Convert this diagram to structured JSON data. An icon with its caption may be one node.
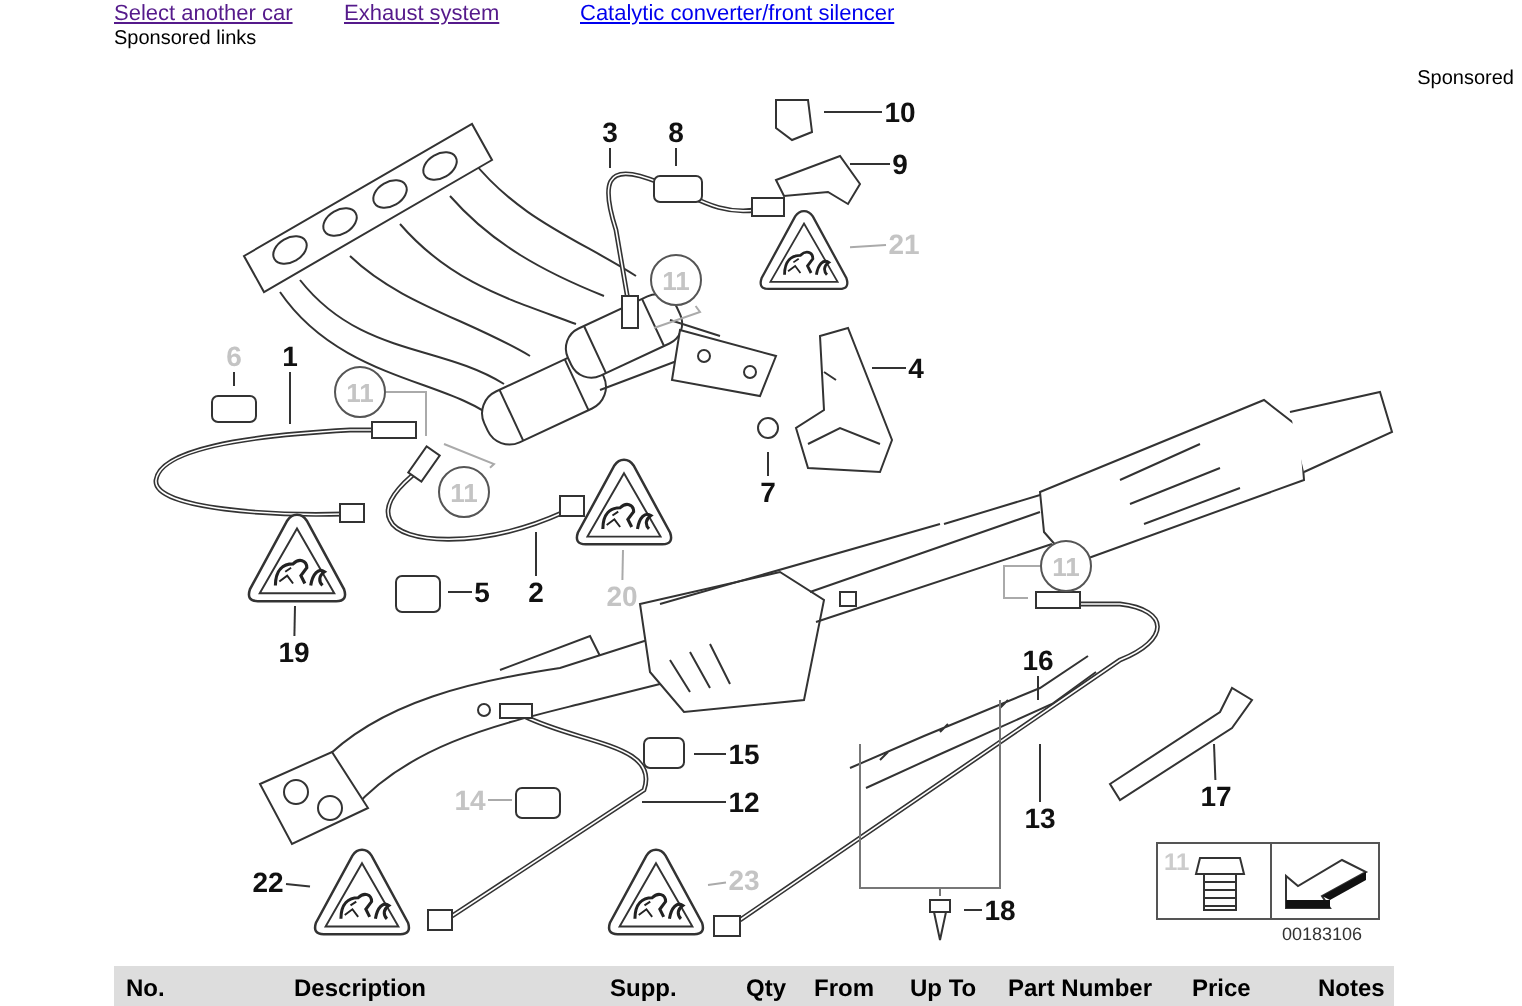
{
  "diagram": {
    "nodes": [
      {
        "text": [
          "3"
        ]
      },
      {
        "text": [
          "8"
        ]
      },
      {
        "text": [
          "10"
        ]
      },
      {
        "text": [
          "9"
        ]
      },
      {
        "text": [],
        "shape": "triangle"
      },
      {
        "text": [
          "21"
        ]
      },
      {
        "text": [
          "11"
        ]
      },
      {
        "text": [
          "4"
        ]
      },
      {
        "text": [
          "6"
        ]
      },
      {
        "text": [
          "1"
        ]
      },
      {
        "text": [
          "11"
        ]
      },
      {
        "text": [
          "11"
        ]
      },
      {
        "text": [
          "7"
        ]
      },
      {
        "text": [],
        "shape": "triangle"
      },
      {
        "text": [
          "20"
        ]
      },
      {
        "text": [
          "5"
        ]
      },
      {
        "text": [
          "2"
        ]
      },
      {
        "text": [],
        "shape": "triangle"
      },
      {
        "text": [
          "19"
        ]
      },
      {
        "text": [
          "11"
        ]
      },
      {
        "text": [
          "16"
        ]
      },
      {
        "text": [
          "15"
        ]
      },
      {
        "text": [
          "14"
        ]
      },
      {
        "text": [
          "12"
        ]
      },
      {
        "text": [
          "13"
        ]
      },
      {
        "text": [
          "17"
        ]
      },
      {
        "text": [
          "22"
        ]
      },
      {
        "text": [],
        "shape": "triangle"
      },
      {
        "text": [],
        "shape": "triangle"
      },
      {
        "text": [
          "23"
        ]
      },
      {
        "text": [
          "18"
        ]
      }
    ],
    "edges": [
      {
        "from": 0,
        "to": null,
        "arrow": "none"
      },
      {
        "from": 1,
        "to": null,
        "arrow": "none"
      },
      {
        "from": 2,
        "to": null,
        "arrow": "none"
      },
      {
        "from": 3,
        "to": null,
        "arrow": "none"
      },
      {
        "from": 5,
        "to": 4,
        "arrow": "none",
        "color": "#aaaaaa"
      },
      {
        "from": 6,
        "to": null,
        "arrow": "none",
        "color": "#aaaaaa"
      },
      {
        "from": 7,
        "to": null,
        "arrow": "none"
      },
      {
        "from": 8,
        "to": null,
        "arrow": "none"
      },
      {
        "from": 9,
        "to": null,
        "arrow": "none"
      },
      {
        "from": 10,
        "to": null,
        "arrow": "none",
        "color": "#aaaaaa"
      },
      {
        "from": 11,
        "to": null,
        "arrow": "none",
        "color": "#aaaaaa"
      },
      {
        "from": 12,
        "to": null,
        "arrow": "none"
      },
      {
        "from": 14,
        "to": 13,
        "arrow": "none",
        "color": "#aaaaaa"
      },
      {
        "from": 15,
        "to": null,
        "arrow": "none"
      },
      {
        "from": 16,
        "to": null,
        "arrow": "none"
      },
      {
        "from": 18,
        "to": 17,
        "arrow": "none"
      },
      {
        "from": 19,
        "to": null,
        "arrow": "none",
        "color": "#aaaaaa"
      },
      {
        "from": 20,
        "to": null,
        "arrow": "none"
      },
      {
        "from": 21,
        "to": null,
        "arrow": "none"
      },
      {
        "from": 22,
        "to": null,
        "arrow": "none",
        "color": "#aaaaaa"
      },
      {
        "from": 23,
        "to": null,
        "arrow": "none"
      },
      {
        "from": 24,
        "to": null,
        "arrow": "none"
      },
      {
        "from": 25,
        "to": null,
        "arrow": "none"
      },
      {
        "from": 26,
        "to": 27,
        "arrow": "none"
      },
      {
        "from": 29,
        "to": 28,
        "arrow": "none",
        "color": "#aaaaaa"
      },
      {
        "from": 30,
        "to": null,
        "arrow": "none"
      }
    ],
    "labels": [
      "Select another car",
      "Exhaust system",
      "Catalytic converter/front silencer",
      "Sponsored links",
      "Sponsored",
      "11",
      "00183106",
      "No.",
      "Description",
      "Supp.",
      "Qty",
      "From",
      "Up To",
      "Part Number",
      "Price",
      "Notes"
    ]
  }
}
